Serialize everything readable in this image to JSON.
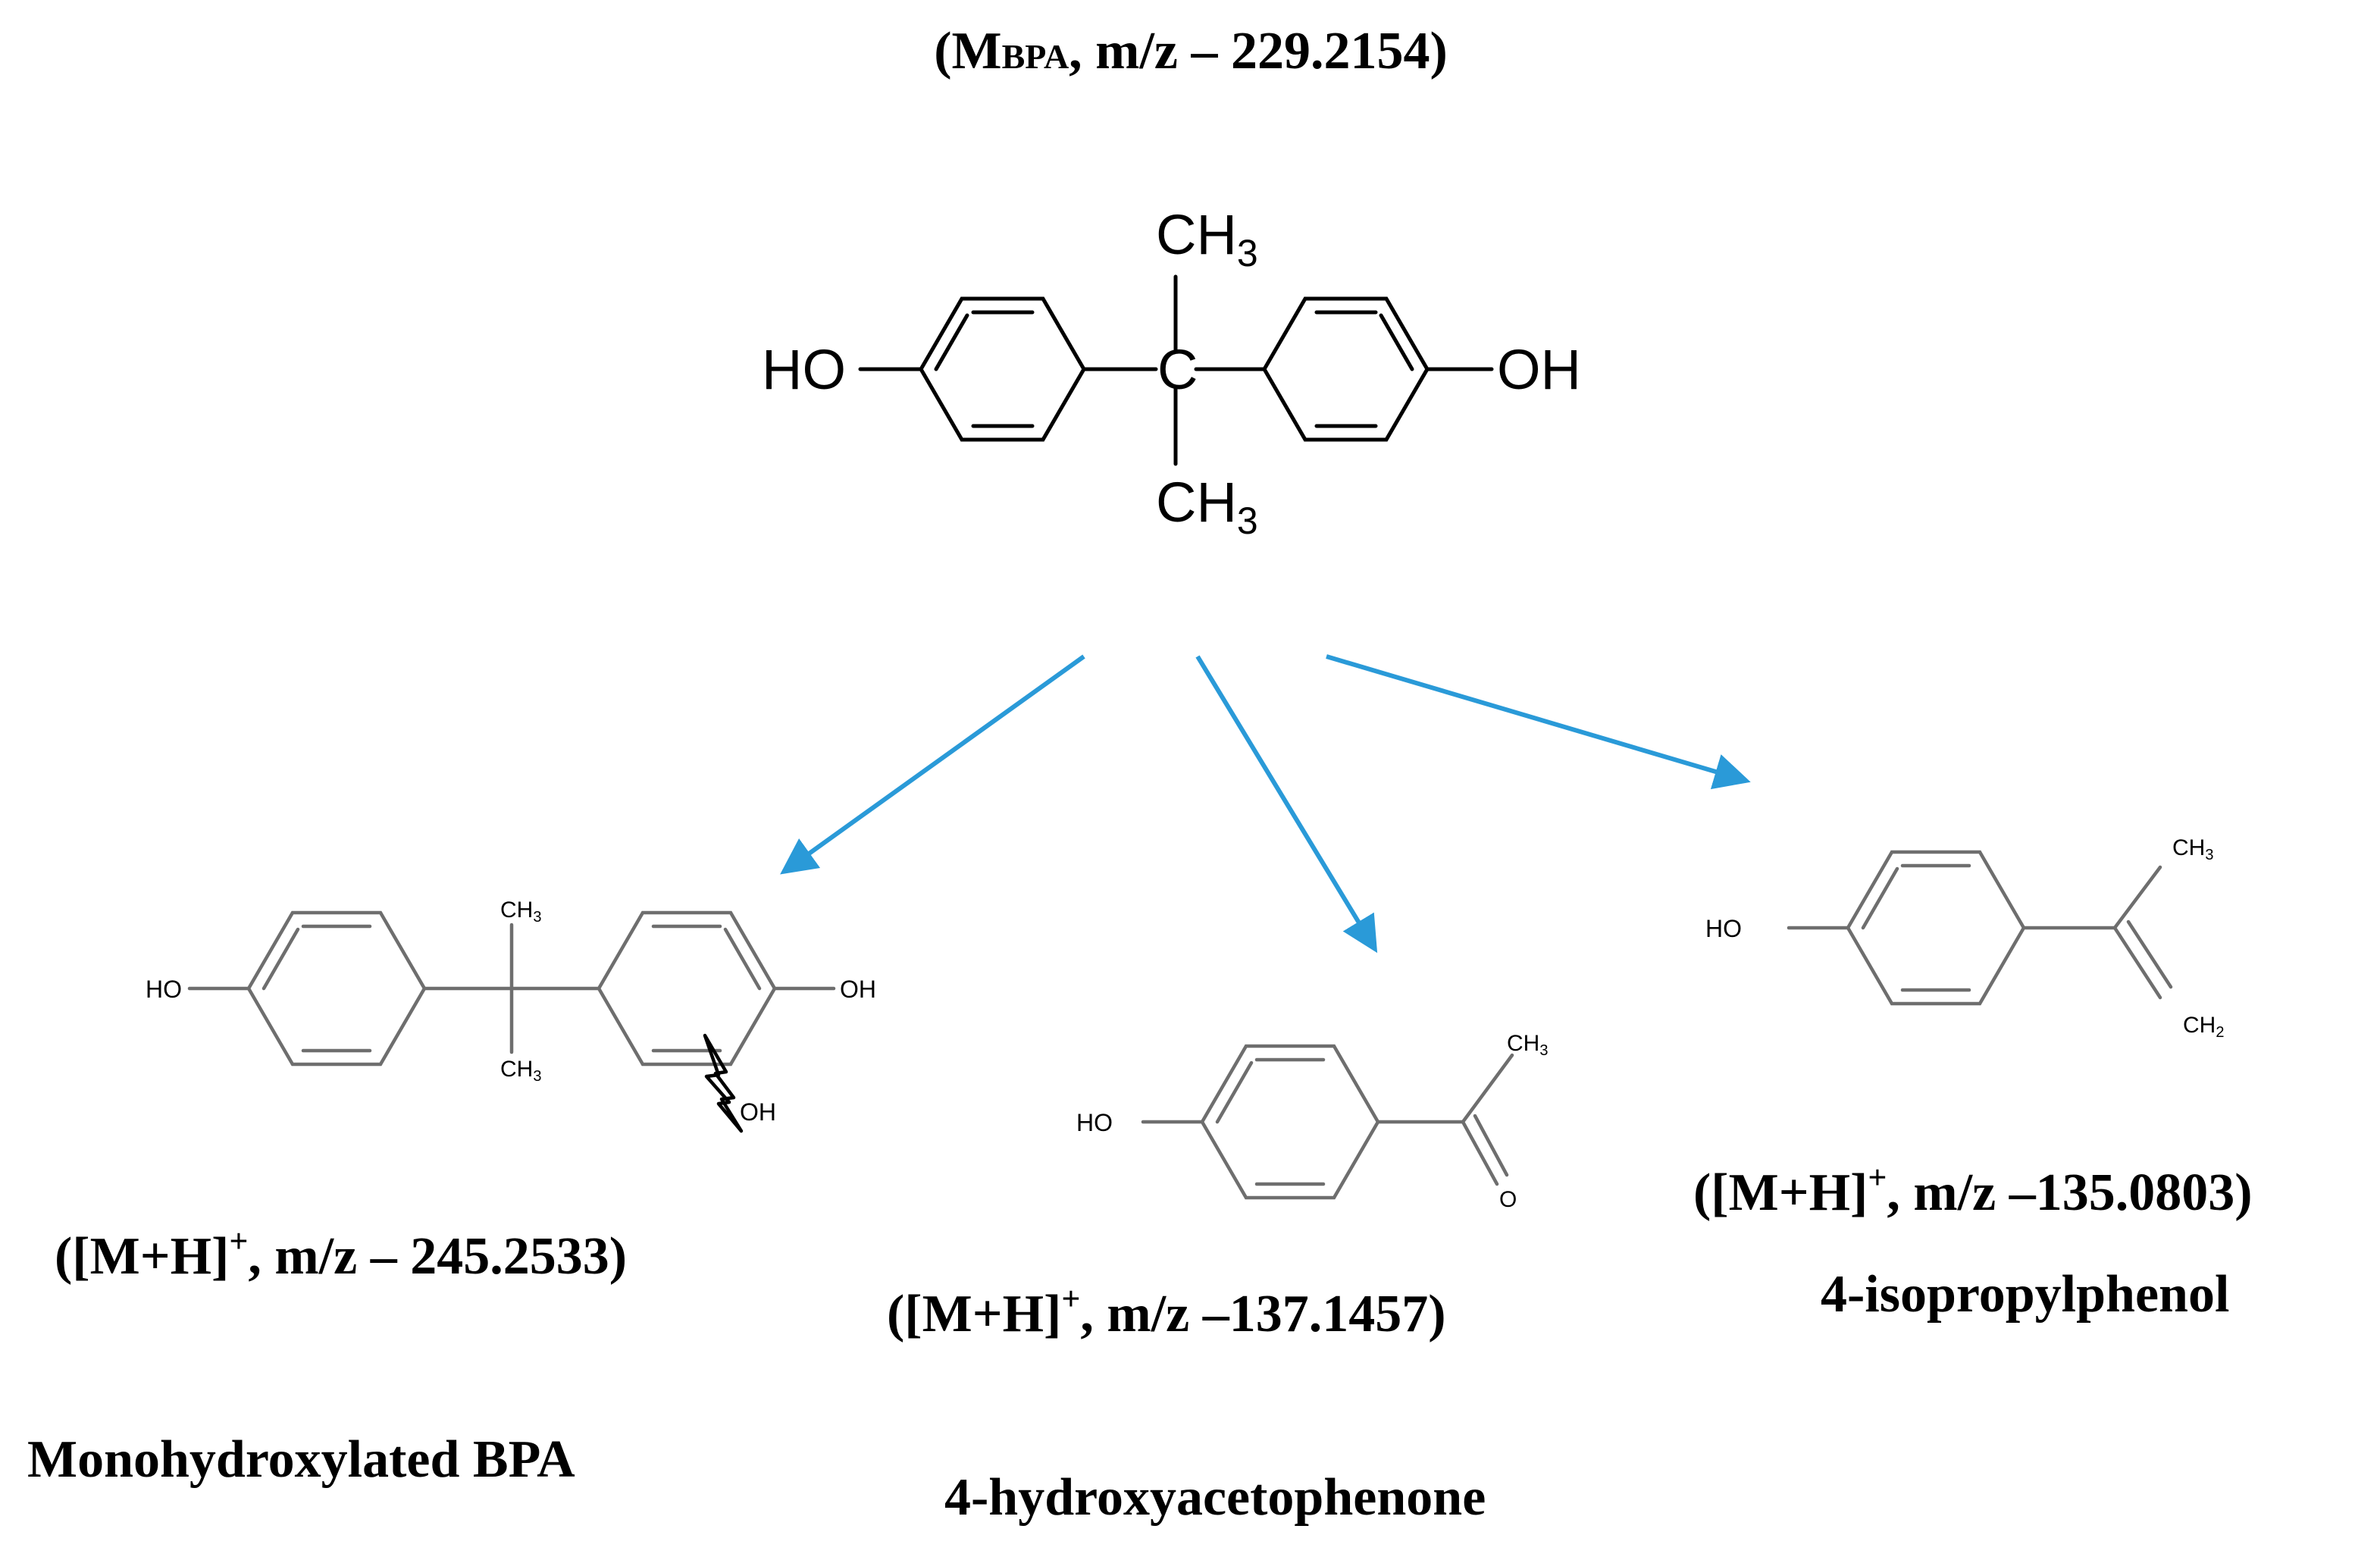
{
  "parent": {
    "label_prefix": "(M",
    "label_sub": "BPA",
    "label_suffix": ", m/z – 229.2154)",
    "atoms": {
      "left_oh": "HO",
      "right_oh": "OH",
      "center_c": "C",
      "methyl": "CH",
      "methyl_sub": "3"
    }
  },
  "products": [
    {
      "name": "Monohydroxylated BPA",
      "ion_prefix": "([M+H]",
      "ion_charge": "+",
      "ion_suffix": ", m/z – 245.2533)",
      "atoms": {
        "ho": "HO",
        "oh_right": "OH",
        "oh_new": "OH",
        "methyl_top": "CH",
        "methyl_bottom": "CH",
        "methyl_sub": "3"
      }
    },
    {
      "name": "4-hydroxyacetophenone",
      "ion_prefix": "([M+H]",
      "ion_charge": "+",
      "ion_suffix": ", m/z –137.1457)",
      "atoms": {
        "ho": "HO",
        "methyl": "CH",
        "methyl_sub": "3",
        "oxygen": "O"
      }
    },
    {
      "name": "4-isopropylphenol",
      "ion_prefix": "([M+H]",
      "ion_charge": "+",
      "ion_suffix": ", m/z –135.0803)",
      "atoms": {
        "ho": "HO",
        "methyl": "CH",
        "methyl_sub": "3",
        "methylene": "CH",
        "methylene_sub": "2"
      }
    }
  ],
  "colors": {
    "arrow": "#2a9ad8",
    "text": "#000000",
    "bond_small": "#6e6e6e"
  }
}
